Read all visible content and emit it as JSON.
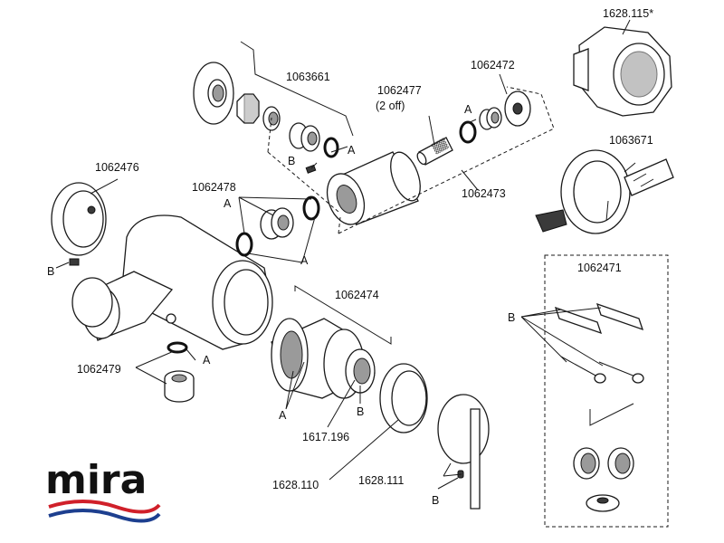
{
  "labels": {
    "p1063661": "1063661",
    "p1062472": "1062472",
    "p1062477": "1062477",
    "p1062477_qty": "(2 off)",
    "p1062473": "1062473",
    "p1062476": "1062476",
    "p1062478": "1062478",
    "p1628115": "1628.115*",
    "p1063671": "1063671",
    "p1062471": "1062471",
    "p1062474": "1062474",
    "p1617196": "1617.196",
    "p1628110": "1628.110",
    "p1628111": "1628.111",
    "p1062479": "1062479"
  },
  "callouts": {
    "a": "A",
    "b": "B"
  },
  "brand": {
    "logo_text": "mira"
  },
  "colors": {
    "line": "#1a1a1a",
    "shade": "#9a9a9a",
    "logo_red": "#d0202a",
    "logo_blue": "#1d3f8f"
  }
}
